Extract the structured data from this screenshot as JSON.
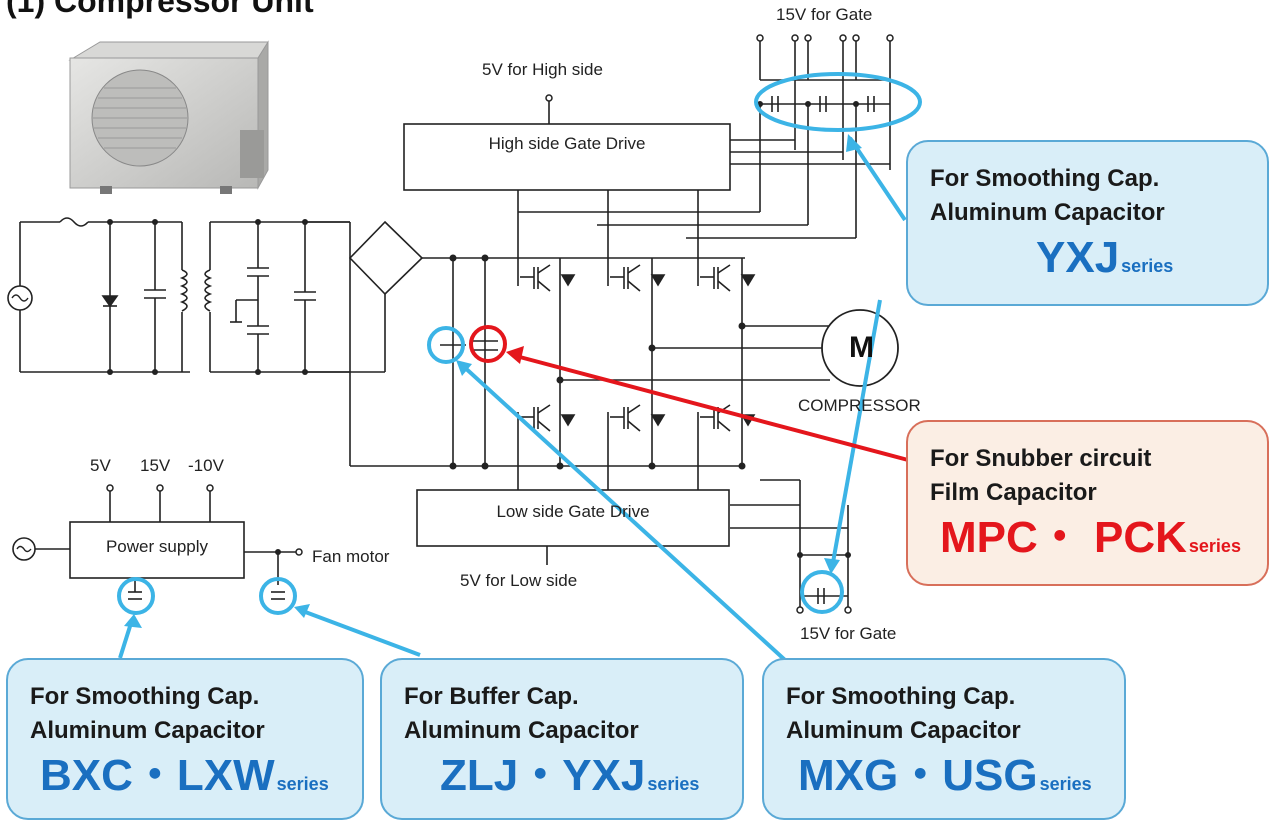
{
  "title": "(1) Compressor Unit",
  "labels": {
    "gate_15v_top": "15V for Gate",
    "high_5v": "5V for High side",
    "high_drive": "High side Gate Drive",
    "low_drive": "Low side Gate Drive",
    "low_5v": "5V for Low side",
    "gate_15v_bottom": "15V for Gate",
    "motor_letter": "M",
    "compressor": "COMPRESSOR",
    "v5": "5V",
    "v15": "15V",
    "vneg10": "-10V",
    "power_supply": "Power supply",
    "fan_motor": "Fan motor"
  },
  "callouts": [
    {
      "line1": "For Smoothing Cap.",
      "line2": "Aluminum Capacitor",
      "series": "YXJ",
      "suffix": "series",
      "style": "blue"
    },
    {
      "line1": "For Snubber circuit",
      "line2": "Film Capacitor",
      "series": "MPC・ PCK",
      "suffix": "series",
      "style": "red"
    },
    {
      "line1": "For Smoothing Cap.",
      "line2": "Aluminum Capacitor",
      "series": "BXC・LXW",
      "suffix": "series",
      "style": "blue"
    },
    {
      "line1": "For Buffer Cap.",
      "line2": "Aluminum Capacitor",
      "series": "ZLJ・YXJ",
      "suffix": "series",
      "style": "blue"
    },
    {
      "line1": "For Smoothing Cap.",
      "line2": "Aluminum Capacitor",
      "series": "MXG・USG",
      "suffix": "series",
      "style": "blue"
    }
  ],
  "colors": {
    "highlight_blue": "#3cb4e6",
    "highlight_red": "#e4161c",
    "callout_fill": "#d9eef8"
  }
}
